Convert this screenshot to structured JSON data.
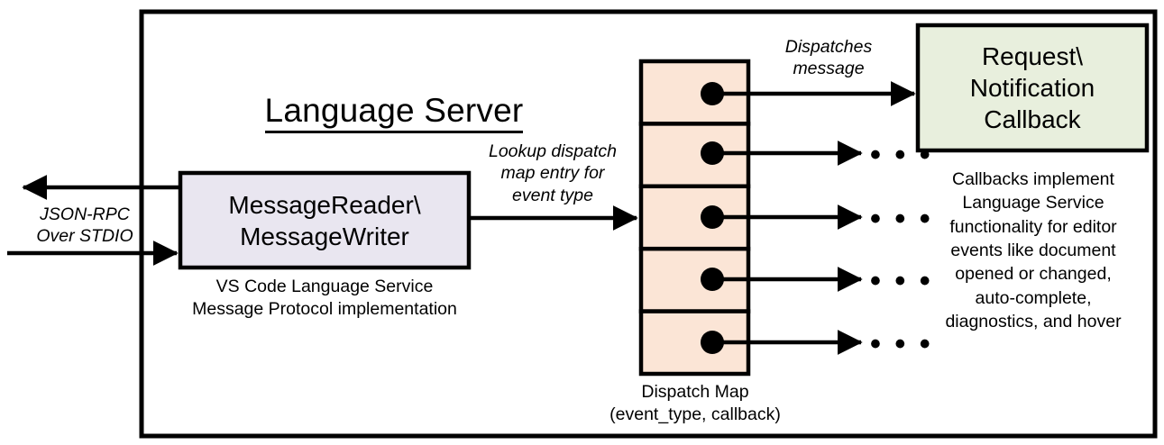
{
  "diagram": {
    "title": "Language Server",
    "colors": {
      "border": "#000000",
      "message_box_fill": "#E9E6F0",
      "dispatch_map_fill": "#FBE5D6",
      "callback_box_fill": "#E8EFDD",
      "background": "#FFFFFF"
    }
  },
  "message_box": {
    "label": "MessageReader\\\nMessageWriter",
    "caption": "VS Code Language Service\nMessage Protocol implementation"
  },
  "io": {
    "label": "JSON-RPC\nOver STDIO",
    "outbound_arrow": "arrow-left-out",
    "inbound_arrow": "arrow-right-in"
  },
  "lookup": {
    "label": "Lookup dispatch\nmap entry for\nevent type"
  },
  "dispatch_map": {
    "caption": "Dispatch Map\n(event_type, callback)",
    "rows": [
      {
        "index": 1,
        "dot": true,
        "target": "callback-box"
      },
      {
        "index": 2,
        "dot": true,
        "target": "ellipsis"
      },
      {
        "index": 3,
        "dot": true,
        "target": "ellipsis"
      },
      {
        "index": 4,
        "dot": true,
        "target": "ellipsis"
      },
      {
        "index": 5,
        "dot": true,
        "target": "ellipsis"
      }
    ],
    "row_count": 5
  },
  "dispatch": {
    "label": "Dispatches\nmessage"
  },
  "callback_box": {
    "label": "Request\\\nNotification\nCallback",
    "caption": "Callbacks implement\nLanguage Service\nfunctionality for editor\nevents like document\nopened or changed,\nauto-complete,\ndiagnostics, and hover"
  },
  "ellipses": {
    "glyph": "• • •",
    "count": 4
  }
}
